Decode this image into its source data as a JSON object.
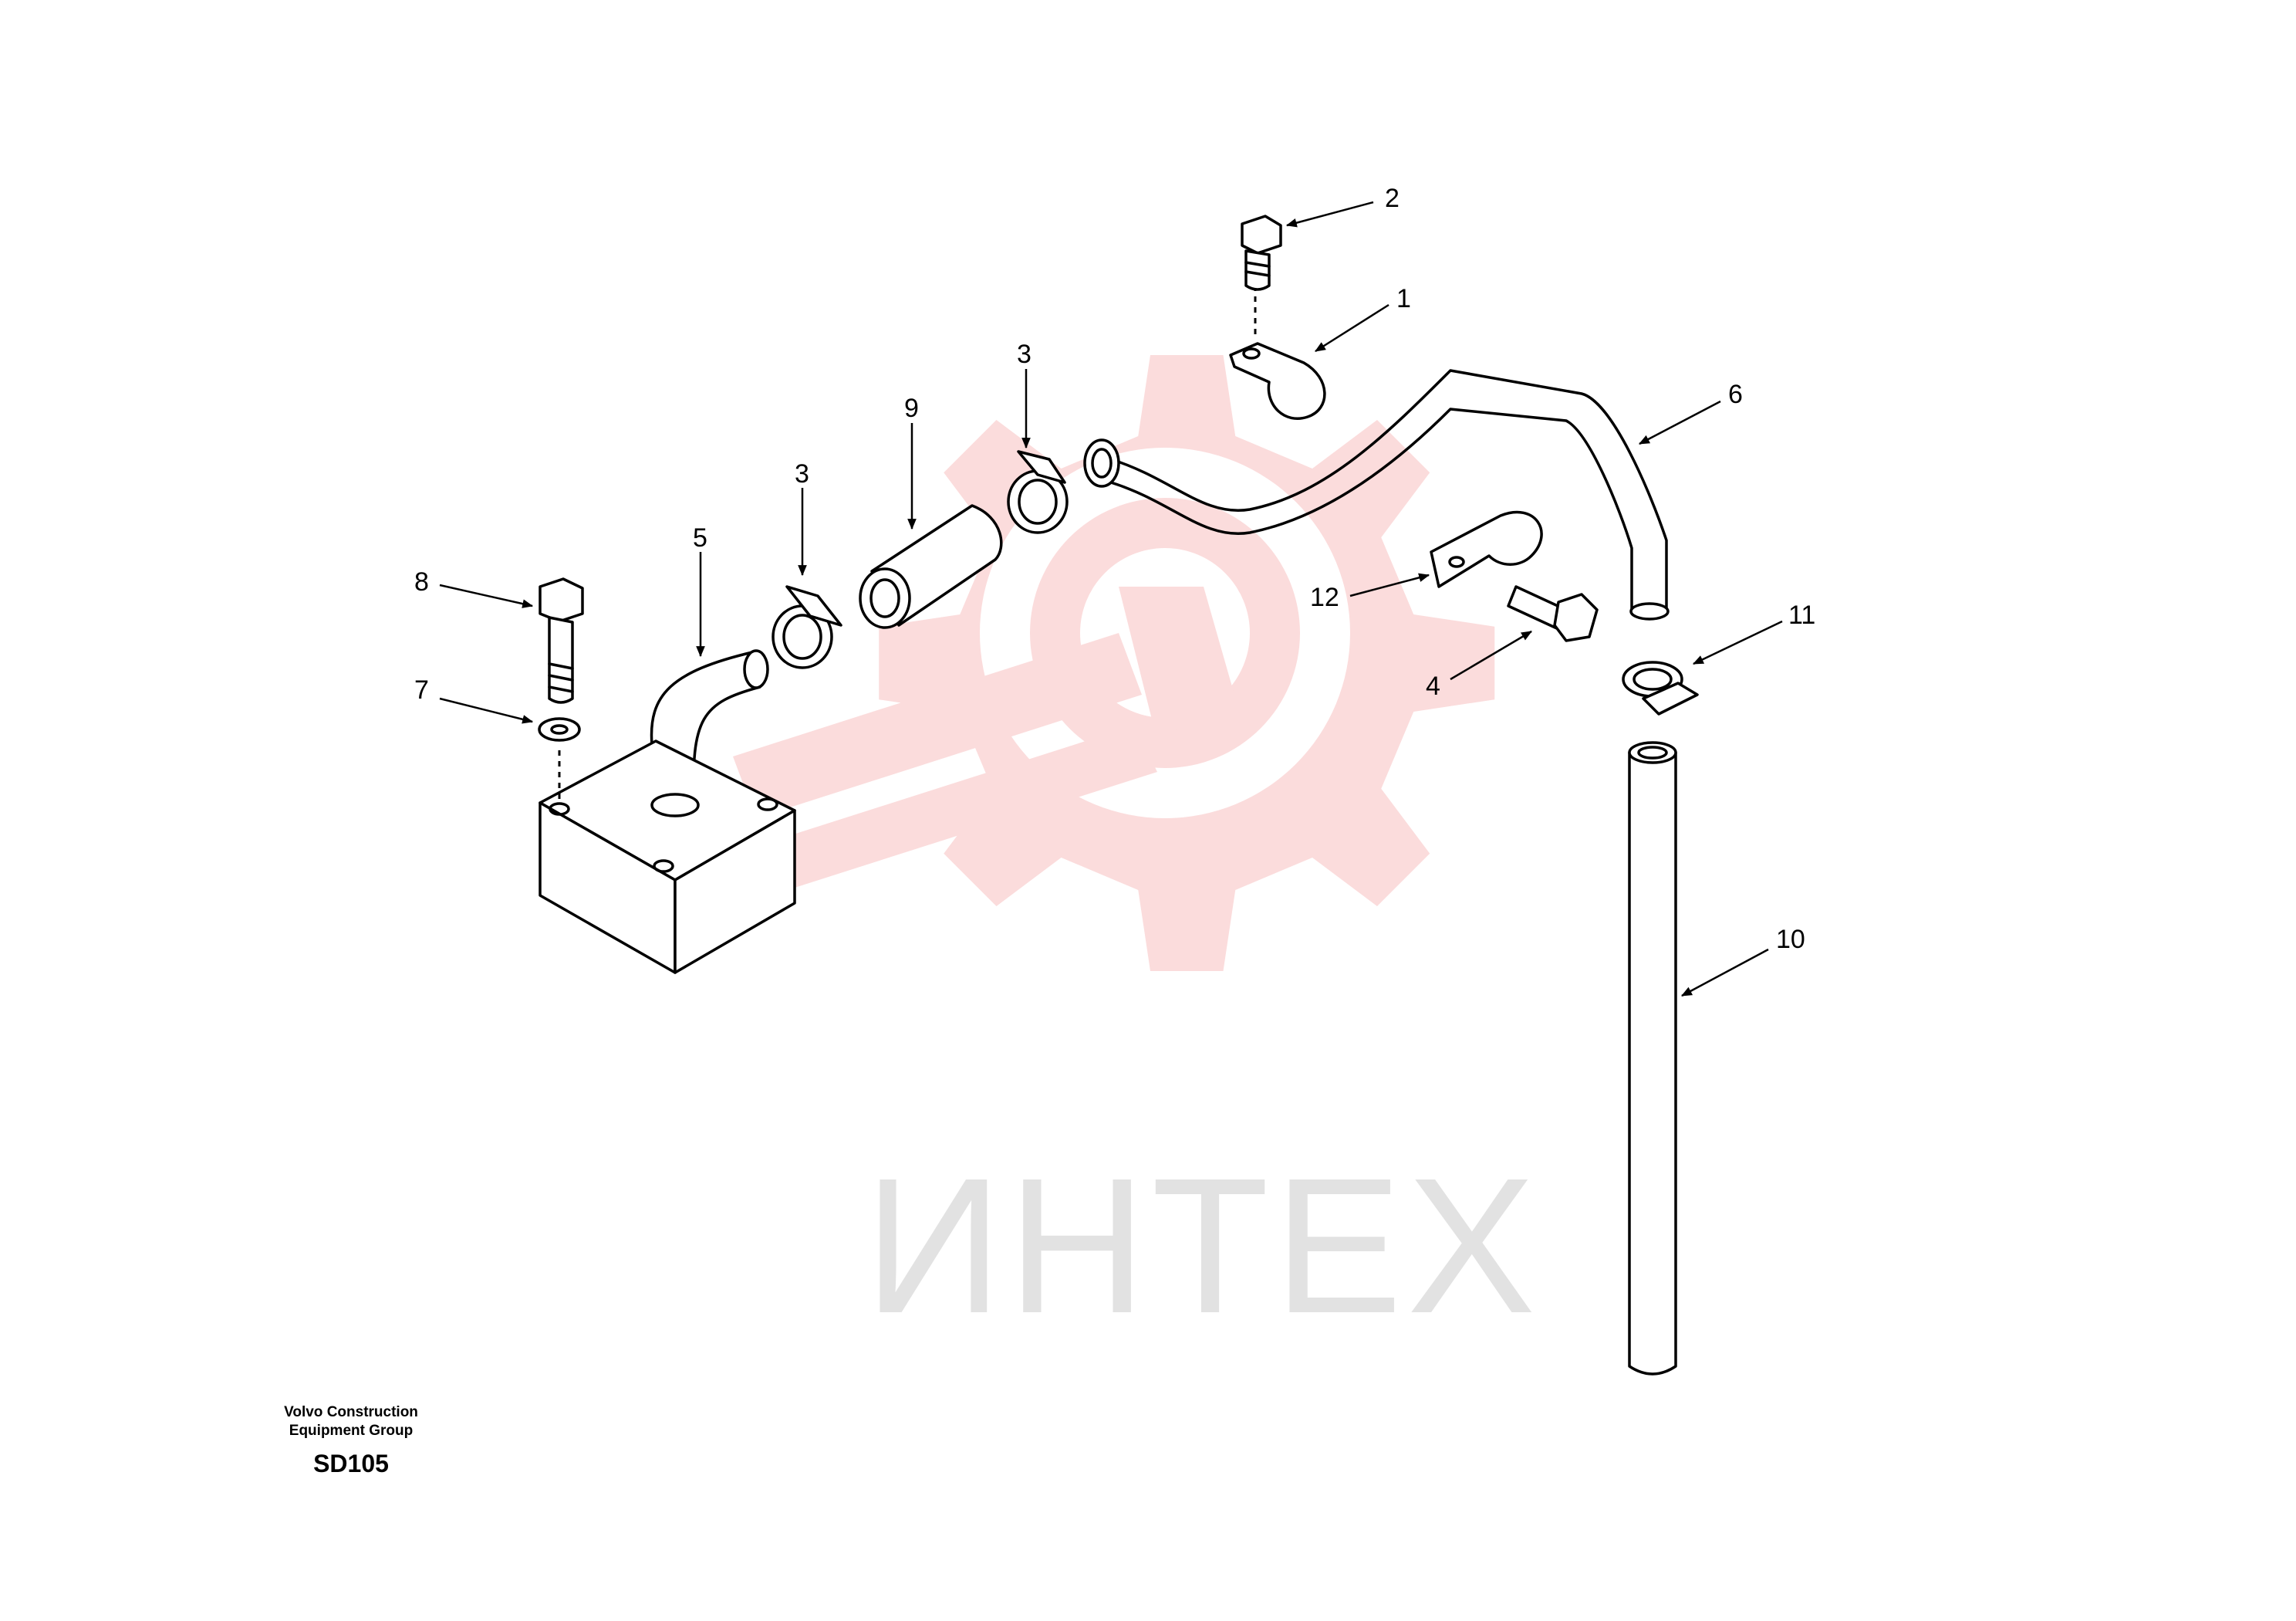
{
  "watermark": {
    "text": "ИНТЕХ",
    "gear_color": "#fbdcdc",
    "text_color": "#e2e2e2"
  },
  "diagram": {
    "callouts": [
      "2",
      "1",
      "3",
      "9",
      "3",
      "6",
      "5",
      "8",
      "12",
      "11",
      "7",
      "4",
      "10"
    ]
  },
  "caption": {
    "org_line1": "Volvo Construction",
    "org_line2": "Equipment Group",
    "code": "SD105"
  }
}
